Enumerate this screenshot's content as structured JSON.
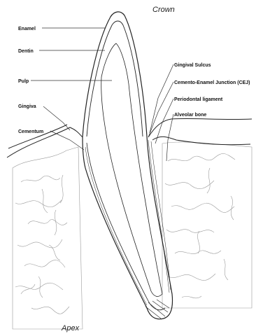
{
  "diagram": {
    "top_label": "Crown",
    "bottom_label": "Apex",
    "left_labels": [
      "Enamel",
      "Dentin",
      "Pulp",
      "Gingiva",
      "Cementum"
    ],
    "right_labels": [
      "Gingival Sulcus",
      "Cemento-Enamel Junction (CEJ)",
      "Periodontal ligament",
      "Alveolar bone"
    ]
  }
}
